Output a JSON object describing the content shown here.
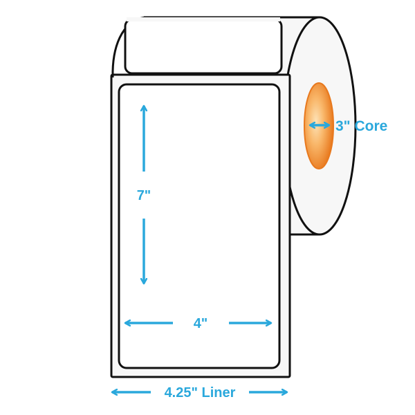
{
  "labels": {
    "core": "3\" Core",
    "height": "7\"",
    "width": "4\"",
    "liner": "4.25\" Liner"
  },
  "colors": {
    "outline": "#111111",
    "roll_fill": "#f7f7f7",
    "label_fill": "#ffffff",
    "arrow": "#2aa8dc",
    "core_light": "#fde3b8",
    "core_mid": "#f7a54c",
    "core_dark": "#e8791e"
  }
}
